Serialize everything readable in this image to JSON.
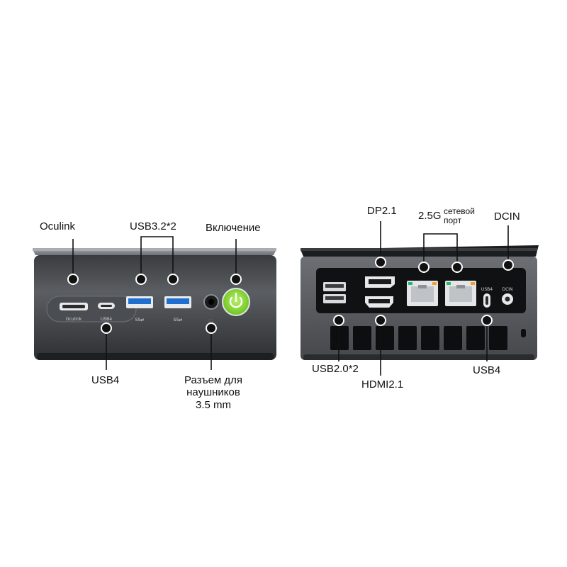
{
  "front": {
    "labels": {
      "oculink": "Oculink",
      "usb32": "USB3.2*2",
      "power": "Включение",
      "usb4": "USB4",
      "headphone_line1": "Разъем для",
      "headphone_line2": "наушников",
      "headphone_line3": "3.5 mm"
    },
    "port_text": {
      "oculink": "Oculink",
      "usb4": "USB4"
    }
  },
  "rear": {
    "labels": {
      "dp": "DP2.1",
      "lan_speed": "2.5G",
      "lan_word1": "сетевой",
      "lan_word2": "порт",
      "dcin": "DCIN",
      "usb20": "USB2.0*2",
      "hdmi": "HDMI2.1",
      "usb4": "USB4"
    },
    "port_text": {
      "usb4": "USB4",
      "dcin": "DCIN"
    }
  },
  "colors": {
    "body_dark": "#2f3134",
    "body_mid": "#55585c",
    "panel_black": "#101112",
    "usb3_blue": "#1f6fd1",
    "power_green": "#7ed321",
    "lan_green": "#2bb673",
    "lan_orange": "#f0a030"
  }
}
